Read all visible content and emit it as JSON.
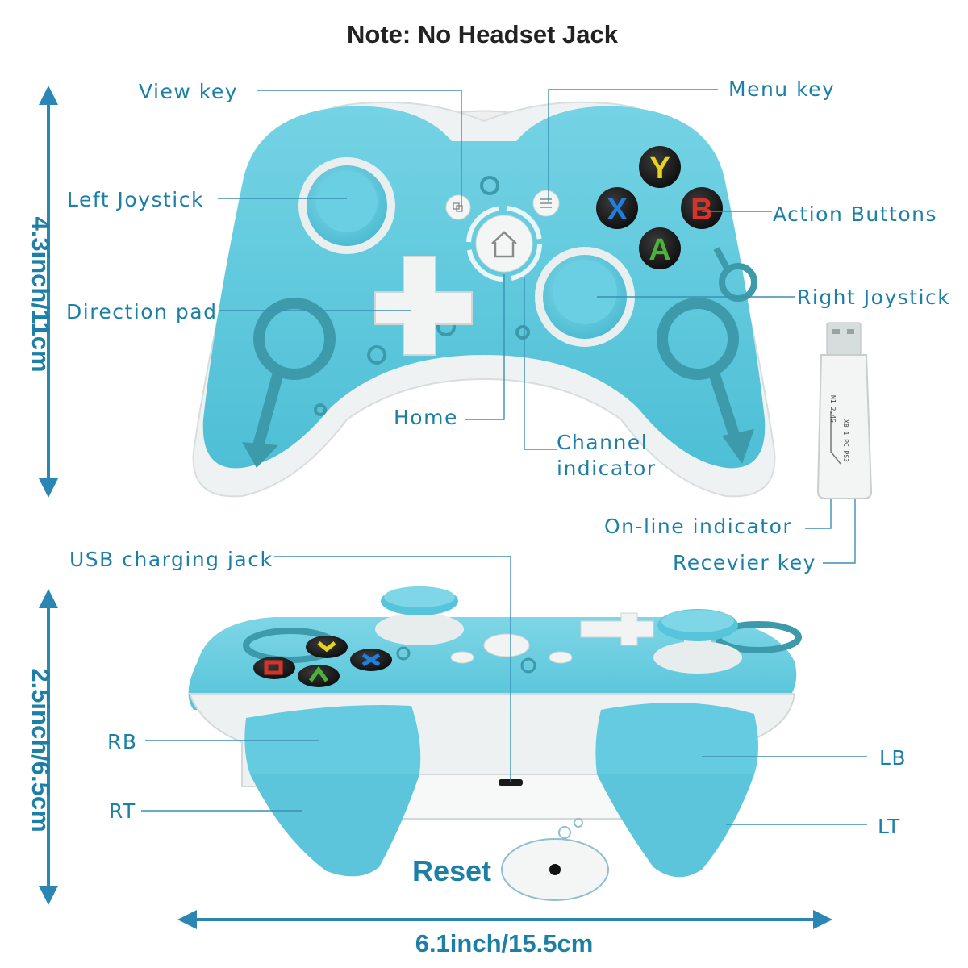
{
  "title": "Note: No Headset Jack",
  "labels": {
    "view_key": "View key",
    "menu_key": "Menu key",
    "left_joystick": "Left Joystick",
    "action_buttons": "Action Buttons",
    "direction_pad": "Direction pad",
    "right_joystick": "Right Joystick",
    "home": "Home",
    "channel_indicator_1": "Channel",
    "channel_indicator_2": "indicator",
    "online_indicator": "On-line indicator",
    "receiver_key": "Recevier key",
    "usb_charging_jack": "USB charging jack",
    "rb": "RB",
    "rt": "RT",
    "lb": "LB",
    "lt": "LT",
    "reset": "Reset"
  },
  "dimensions": {
    "front_height": "4.3inch/11cm",
    "side_height": "2.5inch/6.5cm",
    "width": "6.1inch/15.5cm"
  },
  "buttons": {
    "y": "Y",
    "x": "X",
    "b": "B",
    "a": "A"
  },
  "dongle_text": {
    "line1": "N1 2.4G",
    "line2": "XB 1 PC PS3"
  },
  "colors": {
    "body": "#5cc8dc",
    "body_dark": "#3aaec6",
    "white_trim": "#f1f3f3",
    "label": "#1c7fa6",
    "y": "#e8d21a",
    "x": "#1f7ee0",
    "b": "#d8332b",
    "a": "#4cb23a"
  }
}
